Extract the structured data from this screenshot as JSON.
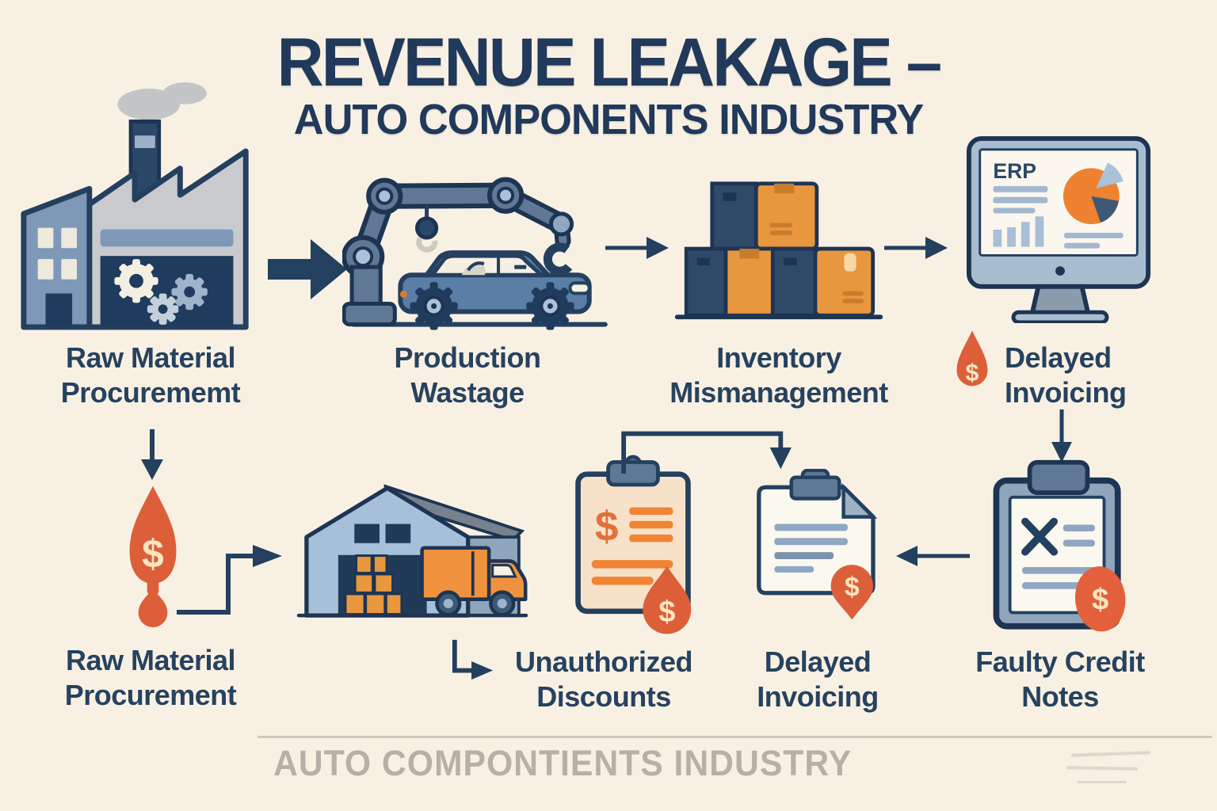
{
  "title": {
    "line1": "REVENUE LEAKAGE –",
    "line2": "AUTO COMPONENTS INDUSTRY"
  },
  "flow_top": {
    "raw_material": {
      "label": "Raw Material Procurememt"
    },
    "production_wastage": {
      "label": "Production Wastage"
    },
    "inventory_mismanagement": {
      "label": "Inventory Mismanagement"
    },
    "delayed_invoicing": {
      "label": "Delayed Invoicing"
    }
  },
  "flow_bottom": {
    "raw_material": {
      "label": "Raw Material Procurement"
    },
    "unauthorized_discounts": {
      "label": "Unauthorized Discounts"
    },
    "delayed_invoicing": {
      "label": "Delayed Invoicing"
    },
    "faulty_credit_notes": {
      "label": "Faulty Credit Notes"
    }
  },
  "icons": {
    "erp_screen_label": "ERP",
    "dollar_sign": "$"
  },
  "footer": {
    "text": "AUTO COMPONTIENTS INDUSTRY"
  },
  "colors": {
    "background": "#f8f1e3",
    "navy": "#24405f",
    "navy_dark": "#1d3552",
    "slate_blue": "#5e7896",
    "steel_blue": "#7e99b8",
    "light_blue": "#a9c2da",
    "pale_blue_line": "#8fa7c2",
    "box_orange": "#e9973f",
    "truck_orange": "#f0923d",
    "leak_orange_red": "#dc5f3a",
    "dollar_cream": "#f9e6c1",
    "peach_paper": "#f7e1c8",
    "footer_gray": "#b5b1a9"
  }
}
